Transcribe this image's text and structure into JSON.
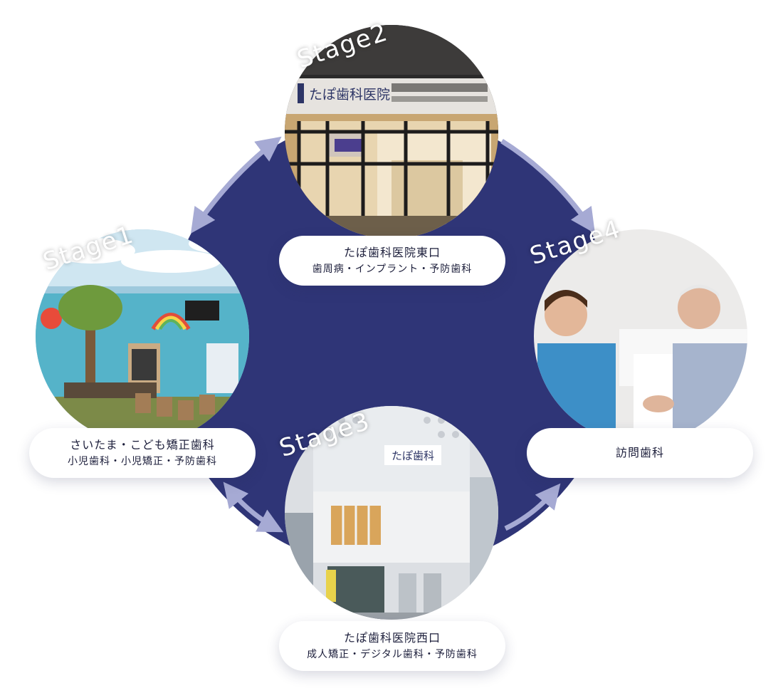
{
  "diagram": {
    "colors": {
      "core": "#2f3577",
      "arrow": "#a6aad4",
      "pill_bg": "#ffffff",
      "text": "#1b1d3a"
    },
    "stages": [
      {
        "id": "stage1",
        "label": "Stage1",
        "name": "さいたま・こども矯正歯科",
        "sub": "小児歯科・小児矯正・予防歯科"
      },
      {
        "id": "stage2",
        "label": "Stage2",
        "name": "たぽ歯科医院東口",
        "sub": "歯周病・インプラント・予防歯科",
        "sign": "たぽ歯科医院"
      },
      {
        "id": "stage3",
        "label": "Stage3",
        "name": "たぽ歯科医院西口",
        "sub": "成人矯正・デジタル歯科・予防歯科",
        "sign": "たぽ歯科"
      },
      {
        "id": "stage4",
        "label": "Stage4",
        "name": "訪問歯科"
      }
    ]
  }
}
